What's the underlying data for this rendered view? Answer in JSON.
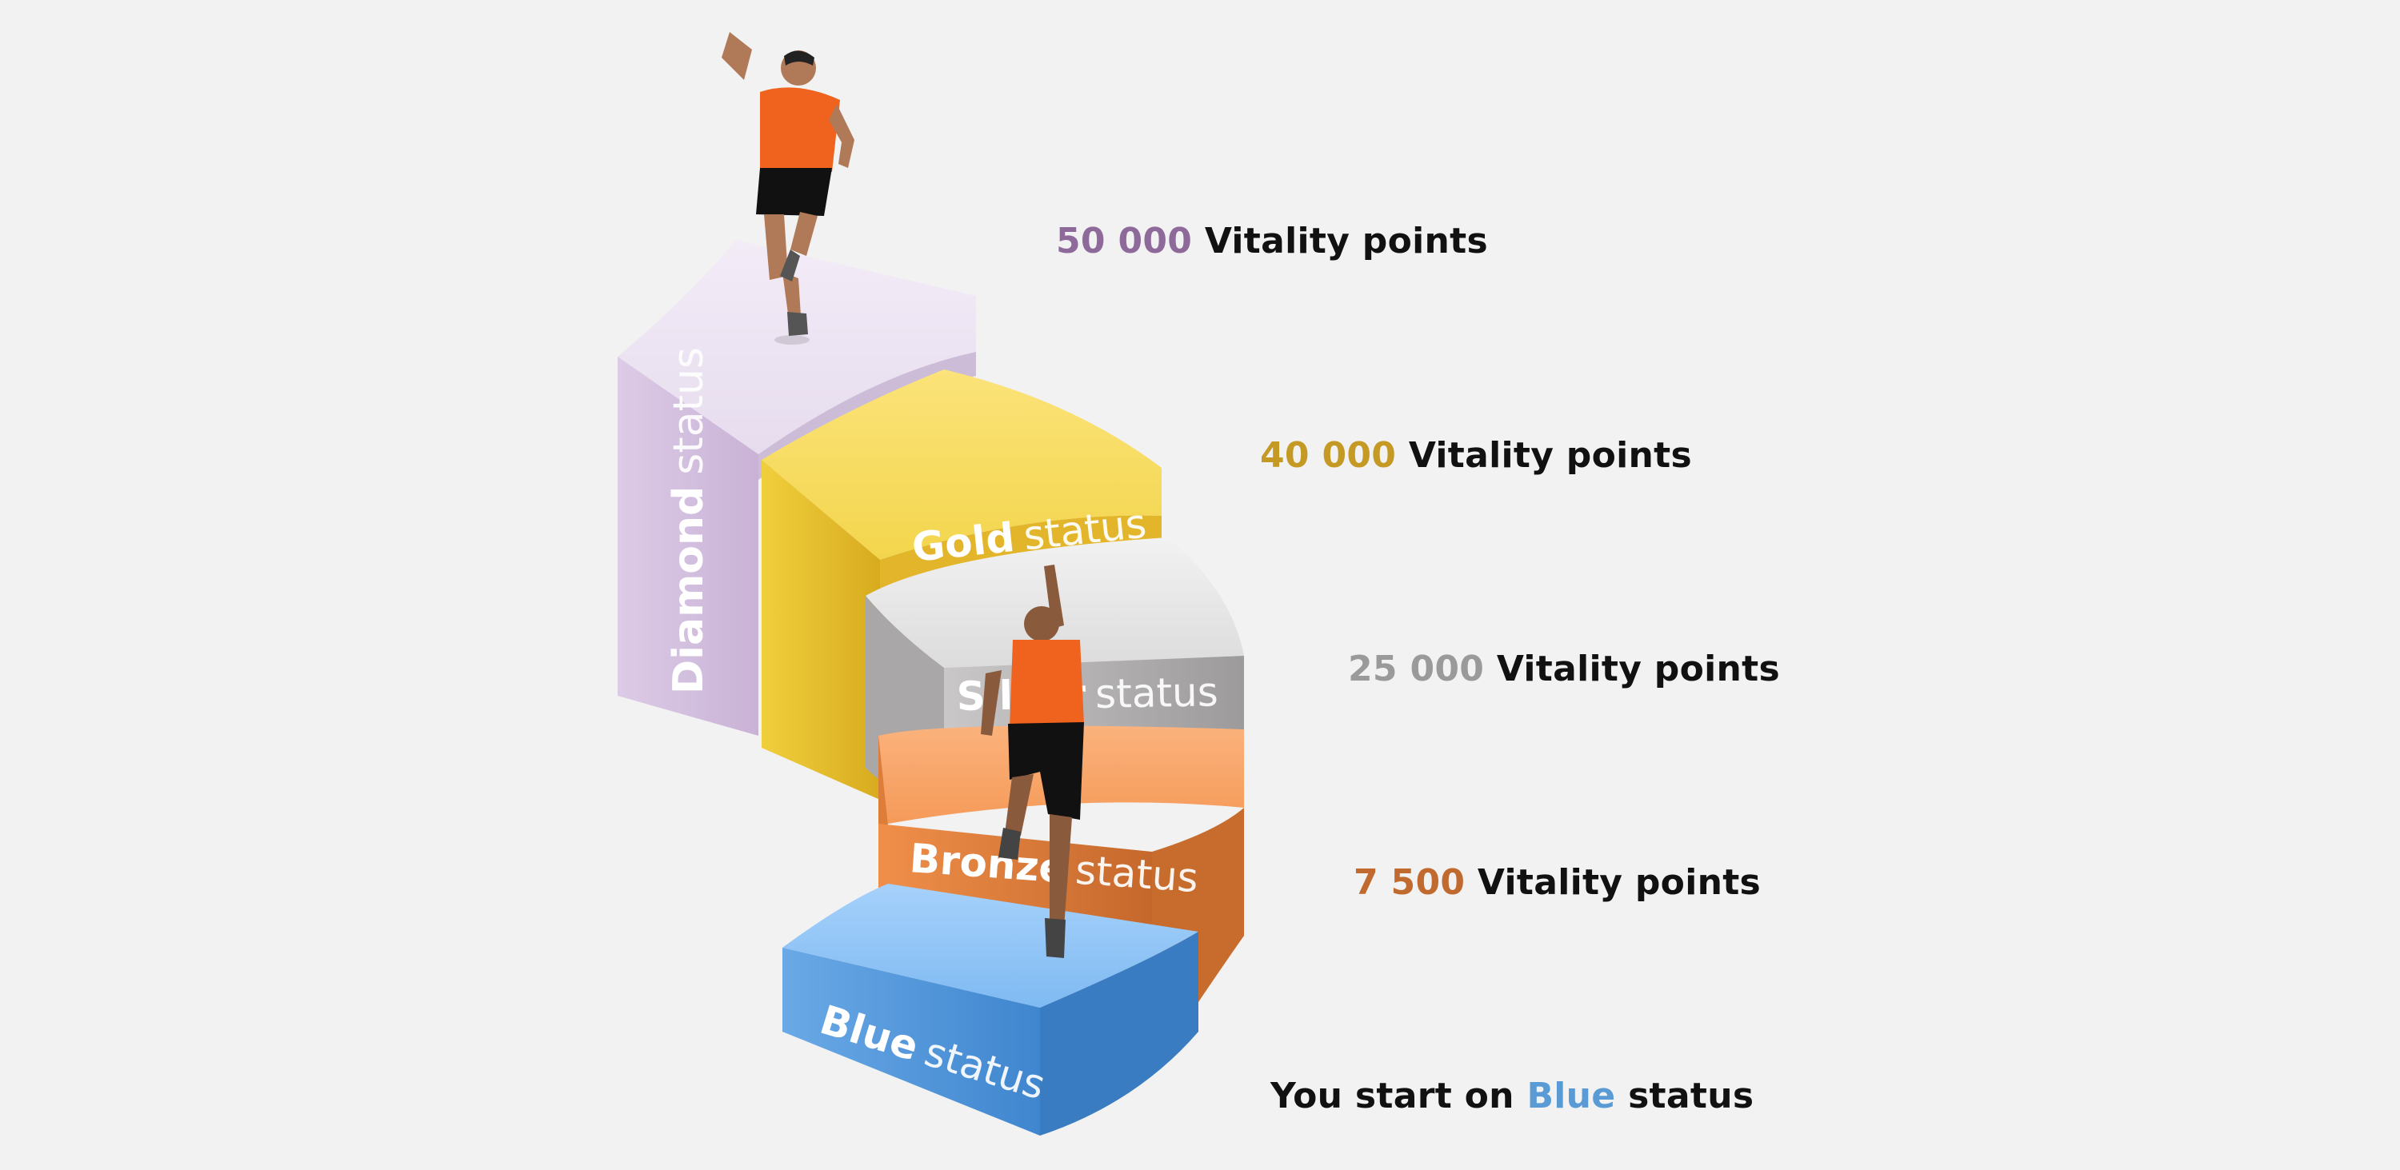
{
  "colors": {
    "background": "#f2f2f2",
    "diamond": "#8e6a9b",
    "gold": "#c49a25",
    "silver": "#9a9a9a",
    "bronze": "#c06a30",
    "blue": "#5b9bd5",
    "text": "#111111"
  },
  "levels": [
    {
      "id": "diamond",
      "name": "Diamond",
      "word": "status",
      "points": "50 000",
      "suffix": "Vitality points"
    },
    {
      "id": "gold",
      "name": "Gold",
      "word": "status",
      "points": "40 000",
      "suffix": "Vitality points"
    },
    {
      "id": "silver",
      "name": "Silver",
      "word": "status",
      "points": "25 000",
      "suffix": "Vitality points"
    },
    {
      "id": "bronze",
      "name": "Bronze",
      "word": "status",
      "points": "7 500",
      "suffix": "Vitality points"
    },
    {
      "id": "blue",
      "name": "Blue",
      "word": "status"
    }
  ],
  "start": {
    "prefix": "You start on",
    "highlight": "Blue",
    "suffix": "status"
  }
}
